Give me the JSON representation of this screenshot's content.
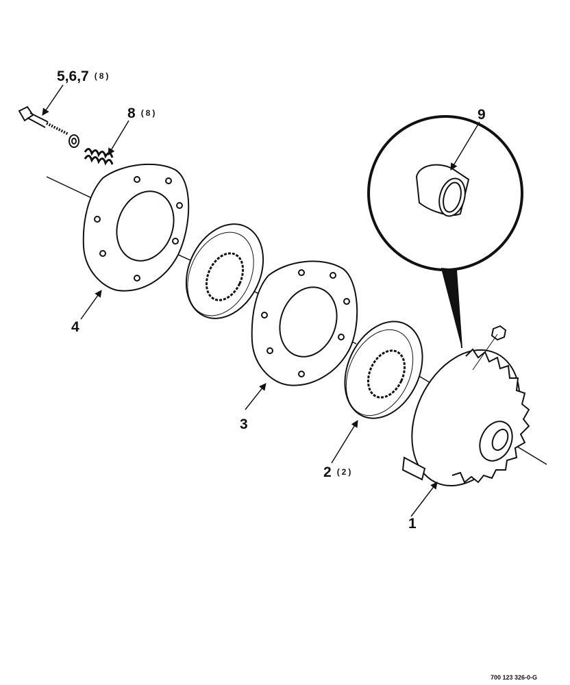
{
  "callouts": [
    {
      "id": "c567",
      "num": "5,6,7",
      "qty": "(8)"
    },
    {
      "id": "c8",
      "num": "8",
      "qty": "(8)"
    },
    {
      "id": "c9",
      "num": "9",
      "qty": ""
    },
    {
      "id": "c4",
      "num": "4",
      "qty": ""
    },
    {
      "id": "c3",
      "num": "3",
      "qty": ""
    },
    {
      "id": "c2",
      "num": "2",
      "qty": "(2)"
    },
    {
      "id": "c1",
      "num": "1",
      "qty": ""
    }
  ],
  "drawing_number": "700 123 326-0-G",
  "colors": {
    "line": "#111111",
    "paper": "#ffffff"
  }
}
